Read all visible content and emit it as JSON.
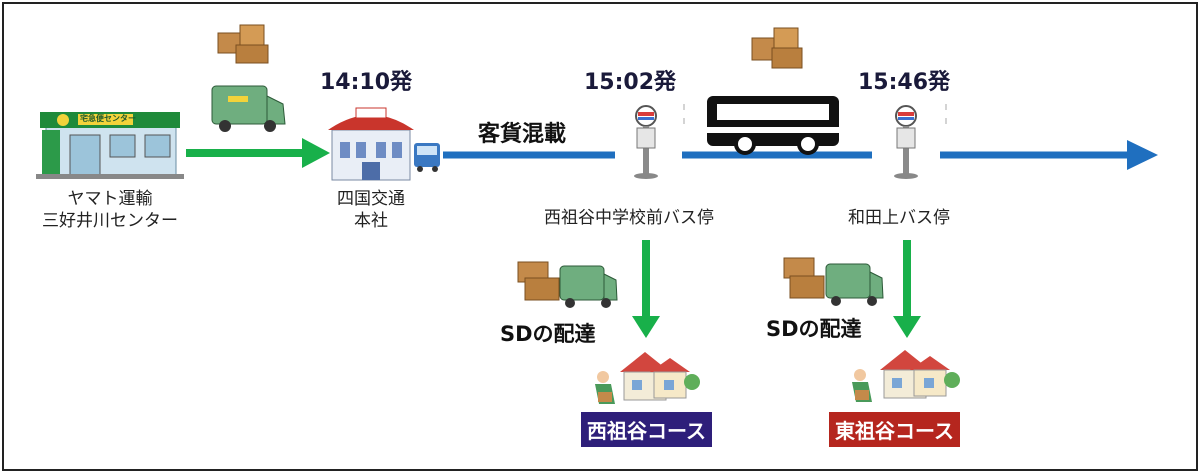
{
  "center": {
    "line1": "ヤマト運輸",
    "line2": "三好井川センター",
    "sign": "宅急便センター"
  },
  "hq": {
    "line1": "四国交通",
    "line2": "本社"
  },
  "times": {
    "t1": "14:10発",
    "t2": "15:02発",
    "t3": "15:46発"
  },
  "mixed_cargo": "客貨混載",
  "stops": {
    "stop1": "西祖谷中学校前バス停",
    "stop2": "和田上バス停"
  },
  "delivery": {
    "sd1": "SDの配達",
    "sd2": "SDの配達"
  },
  "courses": {
    "west": "西祖谷コース",
    "west_color": "#2e1f7a",
    "east": "東祖谷コース",
    "east_color": "#b5261e"
  },
  "colors": {
    "blue_arrow": "#1f6fbf",
    "green_arrow": "#18b04a",
    "border": "#222222"
  }
}
